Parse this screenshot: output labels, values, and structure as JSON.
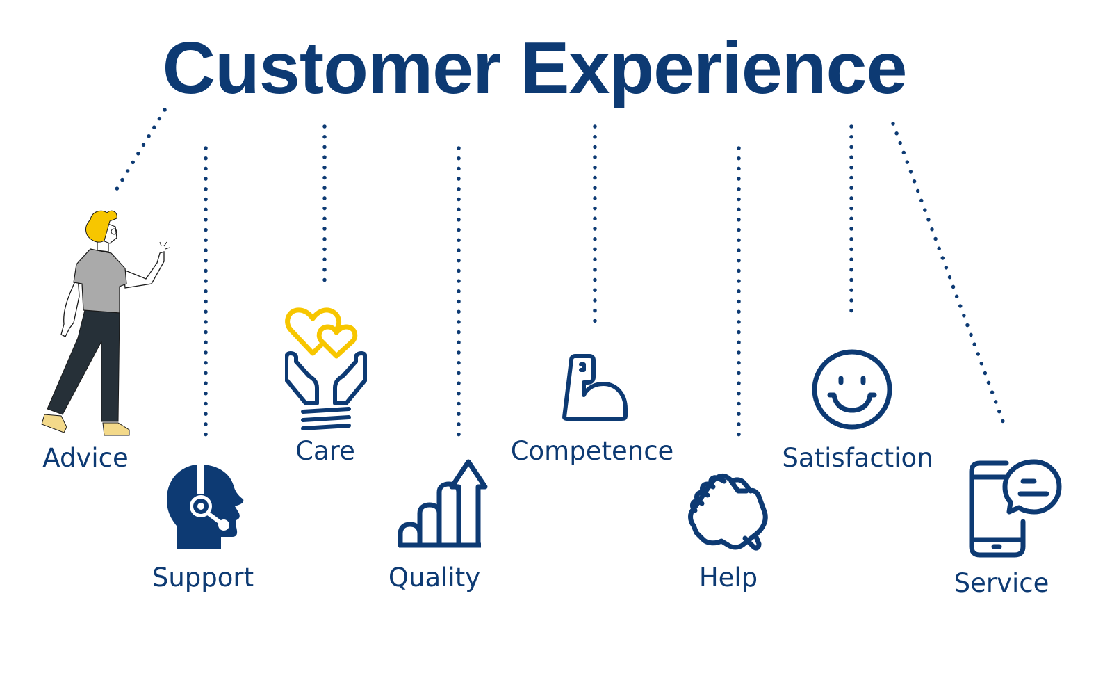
{
  "title": "Customer Experience",
  "colors": {
    "primary": "#0d3a73",
    "accent": "#f7c600",
    "shirt": "#aaaaaa",
    "pants": "#263038",
    "shoes": "#f3d98a",
    "background": "#ffffff"
  },
  "items": [
    {
      "label": "Advice",
      "icon": "person-pointing-illustration"
    },
    {
      "label": "Support",
      "icon": "headset-agent-icon"
    },
    {
      "label": "Care",
      "icon": "hands-hearts-icon"
    },
    {
      "label": "Quality",
      "icon": "bar-growth-arrow-icon"
    },
    {
      "label": "Competence",
      "icon": "flexed-arm-icon"
    },
    {
      "label": "Help",
      "icon": "handshake-grip-icon"
    },
    {
      "label": "Satisfaction",
      "icon": "smiley-face-icon"
    },
    {
      "label": "Service",
      "icon": "phone-chat-icon"
    }
  ]
}
